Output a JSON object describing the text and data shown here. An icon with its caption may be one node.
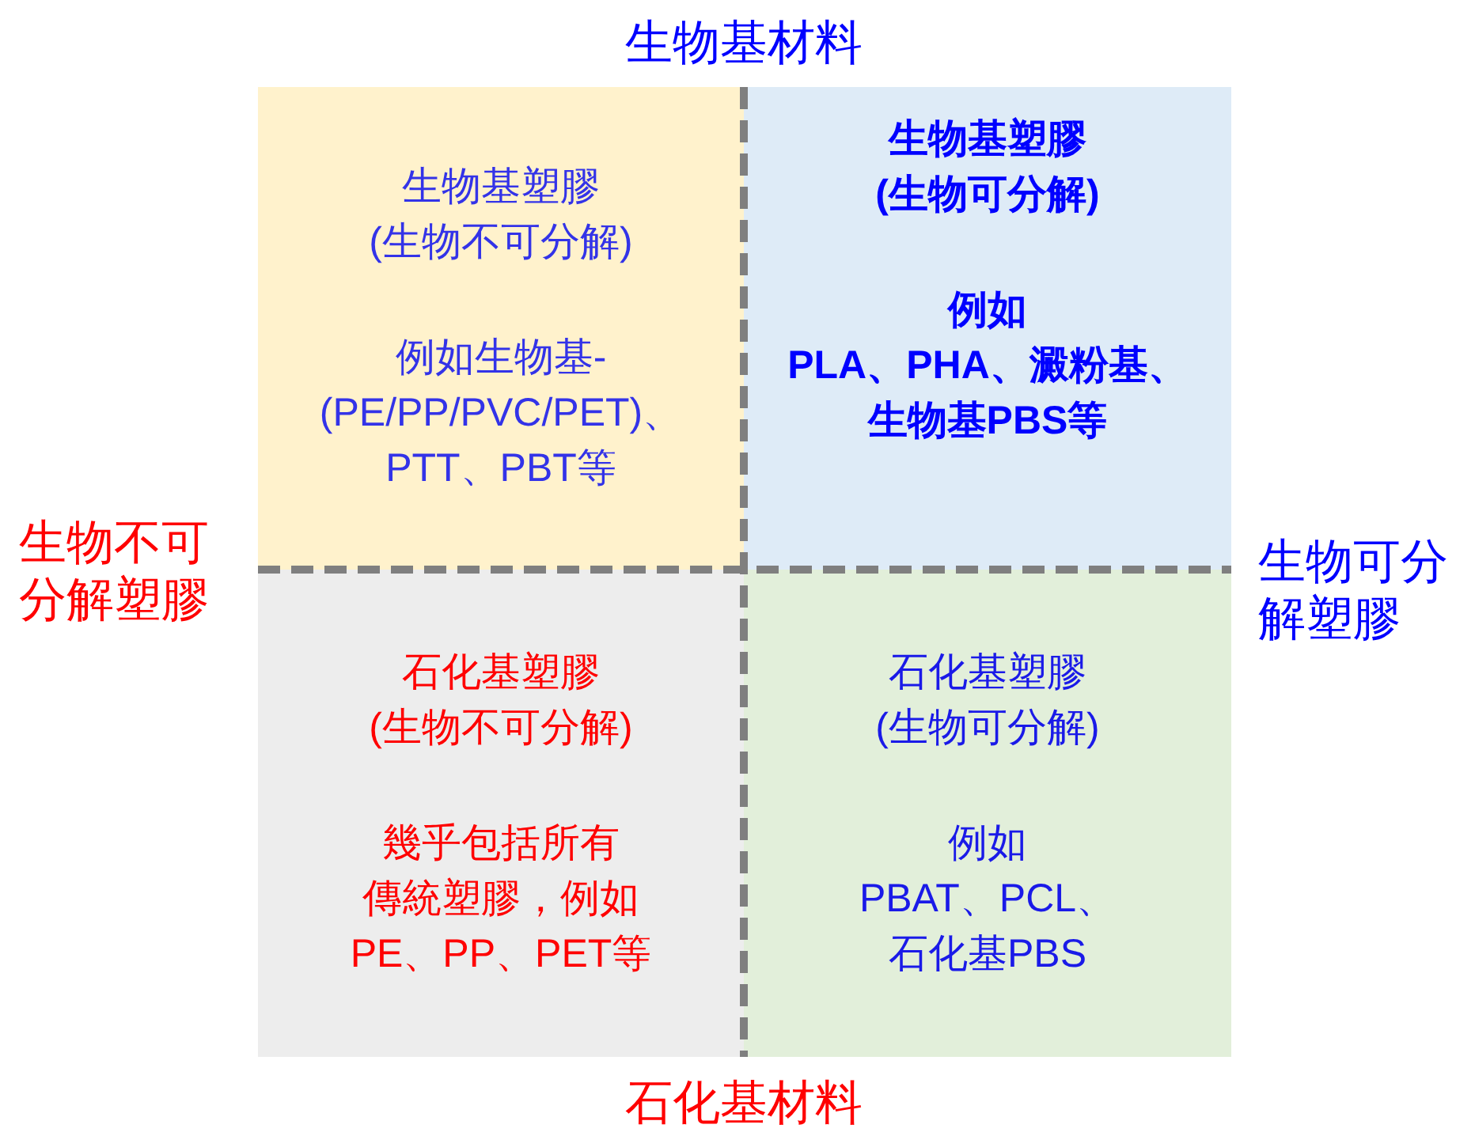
{
  "diagram": {
    "nodes": [
      {
        "text": [
          "生物基塑膠(生物不可分解)",
          "例如生物基-(PE/PP/PVC/PET)、PTT、PBT等"
        ]
      },
      {
        "text": [
          "生物基塑膠(生物可分解)",
          "例如PLA、PHA、澱粉基、生物基PBS等"
        ]
      },
      {
        "text": [
          "石化基塑膠(生物不可分解)",
          "幾乎包括所有傳統塑膠，例如PE、PP、PET等"
        ]
      },
      {
        "text": [
          "石化基塑膠(生物可分解)",
          "例如PBAT、PCL、石化基PBS"
        ]
      }
    ],
    "labels": [
      "生物基材料",
      "生物不可分解塑膠",
      "生物可分解塑膠",
      "石化基材料"
    ]
  }
}
